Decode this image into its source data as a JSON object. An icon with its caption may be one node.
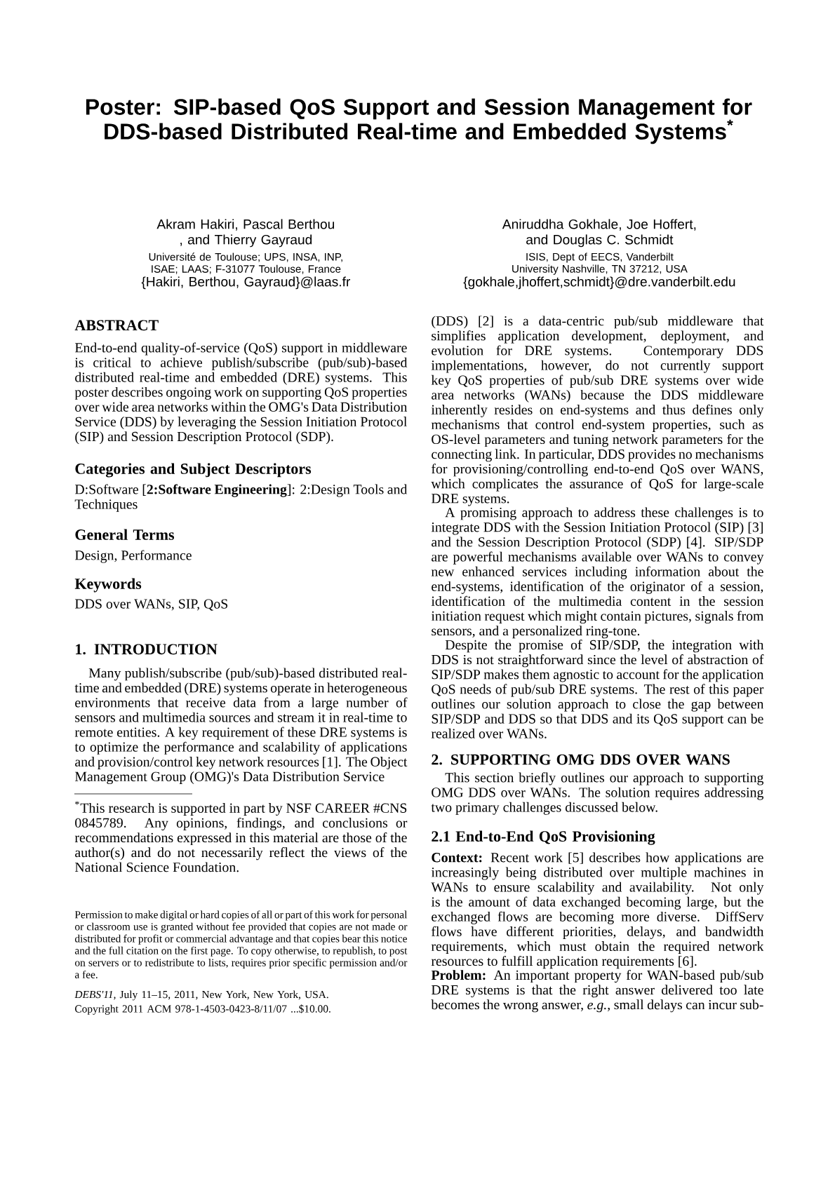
{
  "diagram": {
    "labels": [
      "Poster: SIP-based QoS Support and Session Management for DDS-based Distributed Real-time and Embedded Systems$^{*}$",
      "Akram Hakiri, Pascal Berthou , and Thierry Gayraud",
      "Université de Toulouse; UPS, INSA, INP, ISAE; LAAS; F-31077 Toulouse, France",
      "{Hakiri, Berthou, Gayraud}@laas.fr",
      "Aniruddha Gokhale, Joe Hoffert, and Douglas C. Schmidt",
      "ISIS, Dept of EECS, Vanderbilt University Nashville, TN 37212, USA",
      "{gokhale,jhoffert,schmidt}@dre.vanderbilt.edu",
      "ABSTRACT",
      "End-to-end quality-of-service (QoS) support in middleware is critical to achieve publish/subscribe (pub/sub)-based distributed real-time and embedded (DRE) systems. This poster describes ongoing work on supporting QoS properties over wide area networks within the OMG's Data Distribution Service (DDS) by leveraging the Session Initiation Protocol (SIP) and Session Description Protocol (SDP).",
      "Categories and Subject Descriptors",
      "D:Software [**2:Software Engineering**]: 2:Design Tools and Techniques",
      "General Terms",
      "Design, Performance",
      "Keywords",
      "DDS over WANs, SIP, QoS",
      "1. INTRODUCTION",
      "Many publish/subscribe (pub/sub)-based distributed real-time and embedded (DRE) systems operate in heterogeneous environments that receive data from a large number of sensors and multimedia sources and stream it in real-time to remote entities. A key requirement of these DRE systems is to optimize the performance and scalability of applications and provision/control key network resources [1]. The Object Management Group (OMG)'s Data Distribution Service",
      "$^{*}$This research is supported in part by NSF CAREER #CNS 0845789. Any opinions, findings, and conclusions or recommendations expressed in this material are those of the author(s) and do not necessarily reflect the views of the National Science Foundation.",
      "Permission to make digital or hard copies of all or part of this work for personal or classroom use is granted without fee provided that copies are not made or distributed for profit or commercial advantage and that copies bear this notice and the full citation on the first page. To copy otherwise, to republish, to post on servers or to redistribute to lists, requires prior specific permission and/or a fee.",
      "*DEBS'11*, July 11–15, 2011, New York, New York, USA.",
      "Copyright 2011 ACM 978-1-4503-0423-8/11/07 ...$10.00.",
      "(DDS) [2] is a data-centric pub/sub middleware that simplifies application development, deployment, and evolution for DRE systems. Contemporary DDS implementations, however, do not currently support key QoS properties of pub/sub DRE systems over wide area networks (WANs) because the DDS middleware inherently resides on end-systems and thus defines only mechanisms that control end-system properties, such as OS-level parameters and tuning network parameters for the connecting link. In particular, DDS provides no mechanisms for provisioning/controlling end-to-end QoS over WANS, which complicates the assurance of QoS for large-scale DRE systems.",
      "A promising approach to address these challenges is to integrate DDS with the Session Initiation Protocol (SIP) [3] and the Session Description Protocol (SDP) [4]. SIP/SDP are powerful mechanisms available over WANs to convey new enhanced services including information about the end-systems, identification of the originator of a session, identification of the multimedia content in the session initiation request which might contain pictures, signals from sensors, and a personalized ring-tone.",
      "Despite the promise of SIP/SDP, the integration with DDS is not straightforward since the level of abstraction of SIP/SDP makes them agnostic to account for the application QoS needs of pub/sub DRE systems. The rest of this paper outlines our solution approach to close the gap between SIP/SDP and DDS so that DDS and its QoS support can be realized over WANs.",
      "2. SUPPORTING OMG DDS OVER WANS",
      "This section briefly outlines our approach to supporting OMG DDS over WANs. The solution requires addressing two primary challenges discussed below.",
      "2.1 End-to-End QoS Provisioning",
      "**Context:** Recent work [5] describes how applications are increasingly being distributed over multiple machines in WANs to ensure scalability and availability. Not only is the amount of data exchanged becoming large, but the exchanged flows are becoming more diverse. DiffServ flows have different priorities, delays, and bandwidth requirements, which must obtain the required network resources to fulfill application requirements [6].",
      "**Problem:** An important property for WAN-based pub/sub DRE systems is that the right answer delivered too late becomes the wrong answer, *e.g.*, small delays can incur sub-"
    ]
  }
}
